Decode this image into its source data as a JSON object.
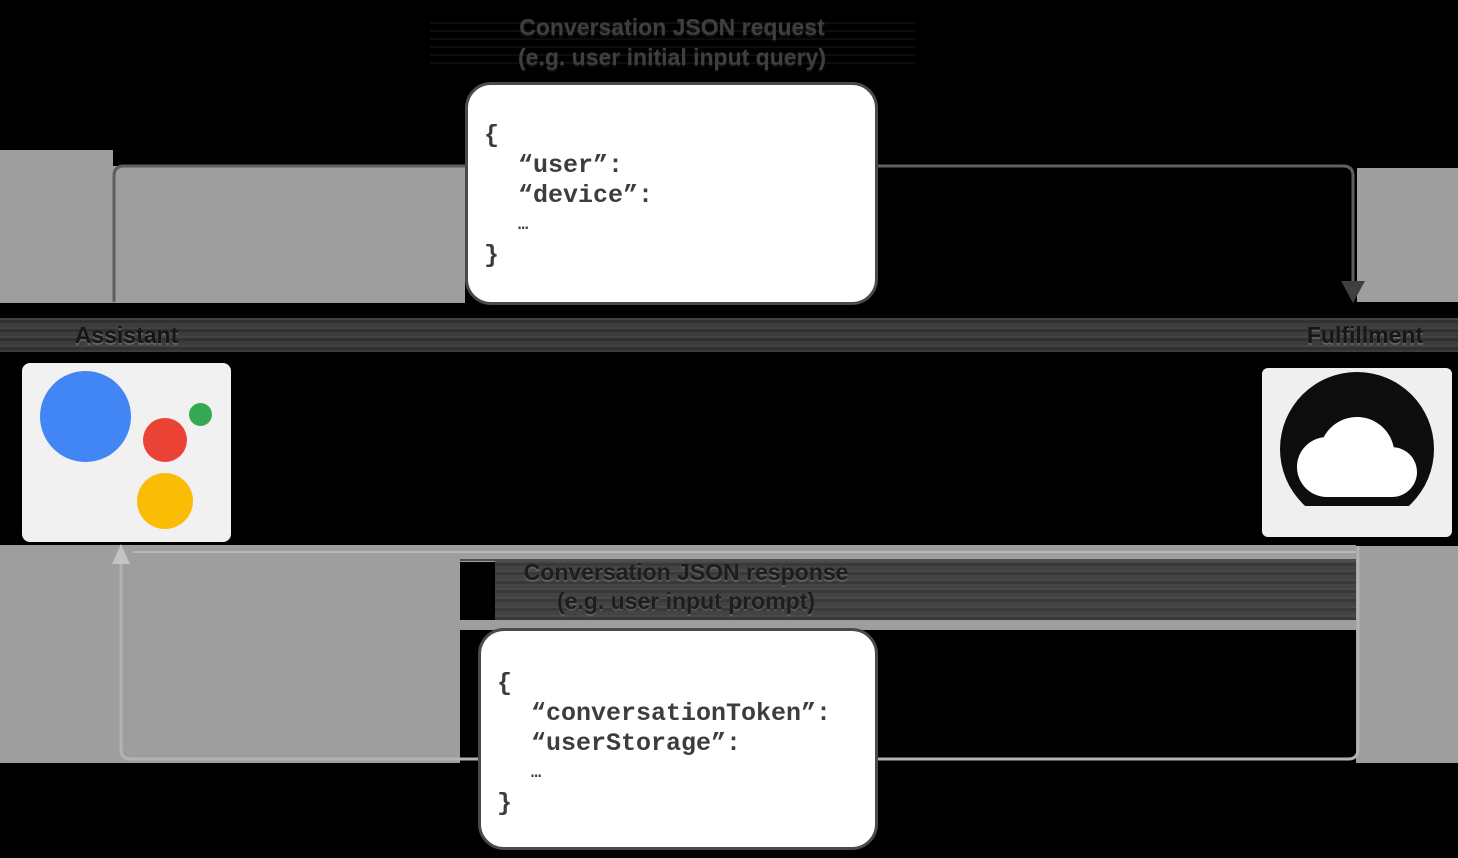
{
  "request": {
    "title_line1": "Conversation JSON request",
    "title_line2": "(e.g. user initial input query)",
    "code": {
      "l1": "{",
      "l2": "“user”:",
      "l3": "“device”:",
      "l4": "…",
      "l5": "}"
    }
  },
  "response": {
    "title_line1": "Conversation JSON response",
    "title_line2": "(e.g. user input prompt)",
    "code": {
      "l1": "{",
      "l2": "“conversationToken”:",
      "l3": "“userStorage”:",
      "l4": "…",
      "l5": "}"
    }
  },
  "entities": {
    "assistant_label": "Assistant",
    "fulfillment_label": "Fulfillment"
  },
  "icons": {
    "assistant": "google-assistant-logo",
    "fulfillment": "cloud-icon"
  },
  "colors": {
    "assistant_blue": "#4285F4",
    "assistant_red": "#EA4335",
    "assistant_green": "#34A853",
    "assistant_yellow": "#FBBC05",
    "arrow_band_gray": "#9E9E9E",
    "card_bg": "#F1F1F1",
    "code_border": "#4A4A4A"
  }
}
